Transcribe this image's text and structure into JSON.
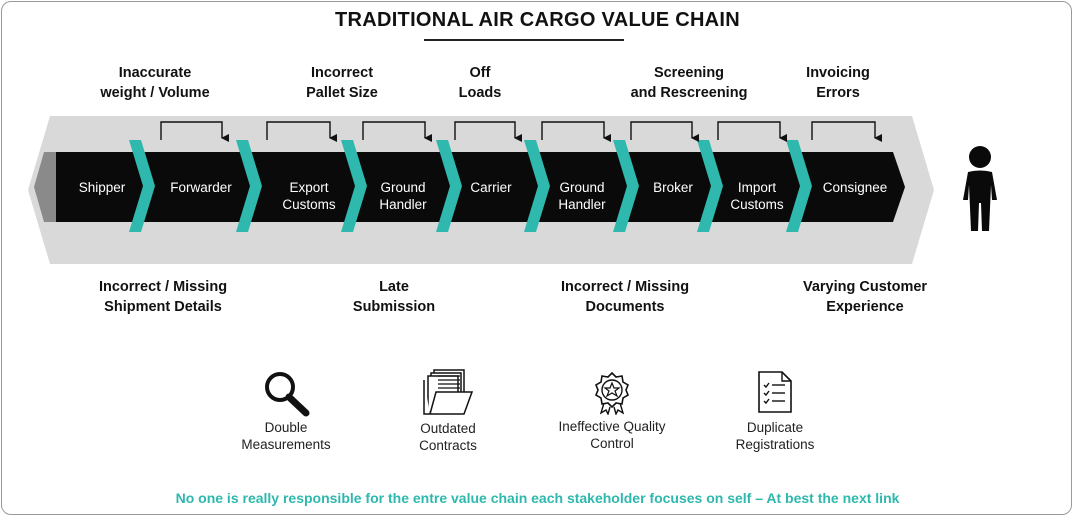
{
  "title": "TRADITIONAL AIR CARGO VALUE CHAIN",
  "colors": {
    "teal": "#2fb8ad",
    "band": "#d9d9d9",
    "chain": "#0a0a0a",
    "footer": "#2fb8ad"
  },
  "top_issues": [
    {
      "line1": "Inaccurate",
      "line2": "weight / Volume"
    },
    {
      "line1": "Incorrect",
      "line2": "Pallet Size"
    },
    {
      "line1": "Off",
      "line2": "Loads"
    },
    {
      "line1": "Screening",
      "line2": "and Rescreening"
    },
    {
      "line1": "Invoicing",
      "line2": "Errors"
    }
  ],
  "stages": [
    {
      "line1": "Shipper",
      "line2": ""
    },
    {
      "line1": "Forwarder",
      "line2": ""
    },
    {
      "line1": "Export",
      "line2": "Customs"
    },
    {
      "line1": "Ground",
      "line2": "Handler"
    },
    {
      "line1": "Carrier",
      "line2": ""
    },
    {
      "line1": "Ground",
      "line2": "Handler"
    },
    {
      "line1": "Broker",
      "line2": ""
    },
    {
      "line1": "Import",
      "line2": "Customs"
    },
    {
      "line1": "Consignee",
      "line2": ""
    }
  ],
  "bottom_issues": [
    {
      "line1": "Incorrect / Missing",
      "line2": "Shipment Details"
    },
    {
      "line1": "Late",
      "line2": "Submission"
    },
    {
      "line1": "Incorrect / Missing",
      "line2": "Documents"
    },
    {
      "line1": "Varying Customer",
      "line2": "Experience"
    }
  ],
  "end_icon": "person-icon",
  "problems": [
    {
      "icon": "magnifier-icon",
      "line1": "Double",
      "line2": "Measurements"
    },
    {
      "icon": "folder-documents-icon",
      "line1": "Outdated",
      "line2": "Contracts"
    },
    {
      "icon": "quality-badge-icon",
      "line1": "Ineffective Quality",
      "line2": "Control"
    },
    {
      "icon": "checklist-icon",
      "line1": "Duplicate",
      "line2": "Registrations"
    }
  ],
  "footer": "No one is really responsible for the entre value chain each stakeholder focuses on self – At best the next link"
}
